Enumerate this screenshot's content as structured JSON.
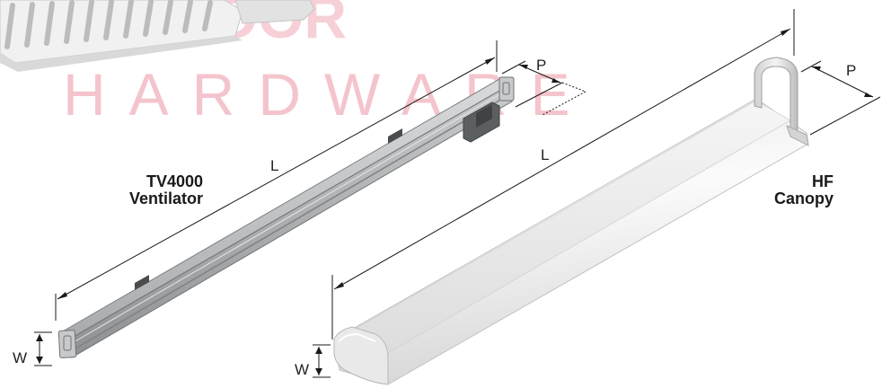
{
  "watermark": {
    "line1": "DOOR",
    "line2": "HARDWARE",
    "color": "#f4c4cc"
  },
  "products": {
    "tv4000": {
      "name_line1": "TV4000",
      "name_line2": "Ventilator",
      "dim_length": "L",
      "dim_depth": "P",
      "dim_width": "W"
    },
    "hf_canopy": {
      "name_line1": "HF",
      "name_line2": "Canopy",
      "dim_length": "L",
      "dim_depth": "P",
      "dim_width": "W"
    }
  },
  "colors": {
    "line": "#1a1a1a",
    "profile_silver": "#b9bcbe",
    "canopy_white": "#f2f2f2"
  }
}
